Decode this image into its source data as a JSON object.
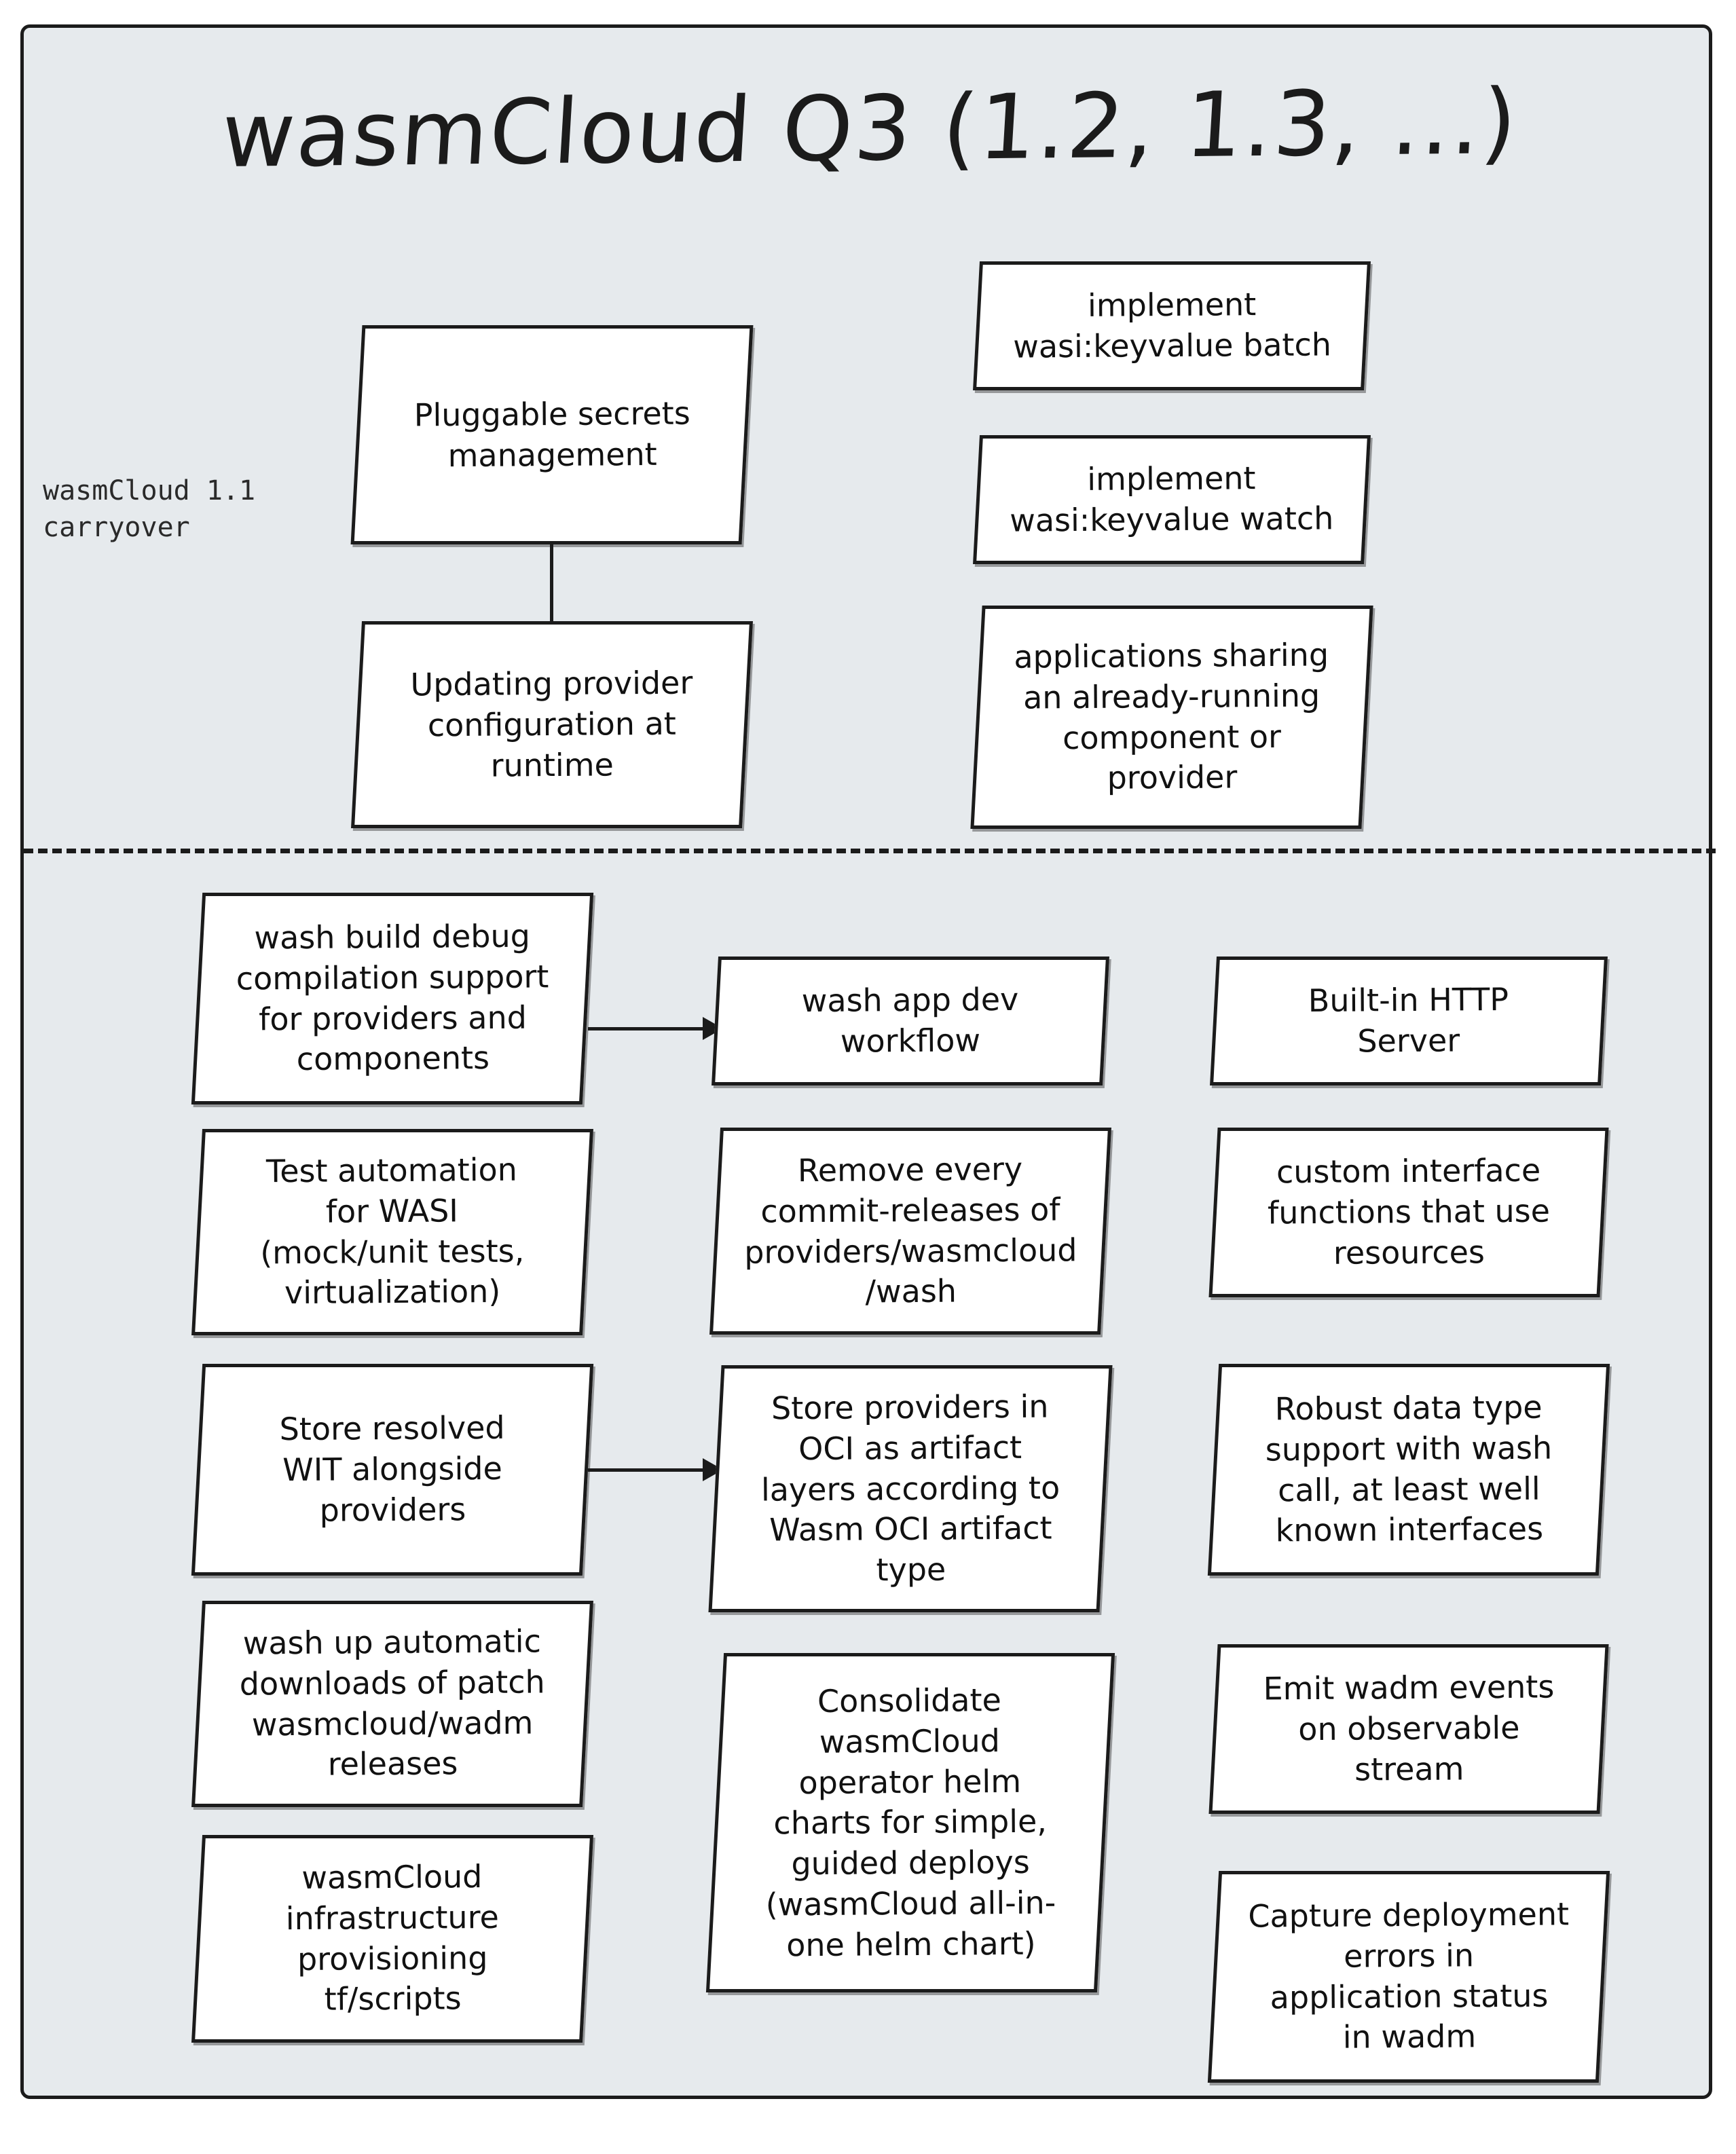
{
  "title": "wasmCloud Q3 (1.2, 1.3, ...)",
  "side_label": "wasmCloud 1.1\ncarryover",
  "sections": {
    "carryover": {
      "left_nodes": [
        {
          "id": "pluggable-secrets-management",
          "text": "Pluggable secrets\nmanagement"
        },
        {
          "id": "updating-provider-configuration-at-runtime",
          "text": "Updating provider\nconfiguration at\nruntime"
        }
      ],
      "right_nodes": [
        {
          "id": "implement-wasi-keyvalue-batch",
          "text": "implement\nwasi:keyvalue batch"
        },
        {
          "id": "implement-wasi-keyvalue-watch",
          "text": "implement\nwasi:keyvalue watch"
        },
        {
          "id": "applications-sharing-running-component",
          "text": "applications sharing\nan already-running\ncomponent or\nprovider"
        }
      ]
    },
    "q3": {
      "column_left": [
        {
          "id": "wash-build-debug-compilation-support",
          "text": "wash build debug\ncompilation support\nfor providers and\ncomponents"
        },
        {
          "id": "test-automation-for-wasi",
          "text": "Test automation\nfor WASI\n(mock/unit tests,\nvirtualization)"
        },
        {
          "id": "store-resolved-wit-alongside-providers",
          "text": "Store resolved\nWIT alongside\nproviders"
        },
        {
          "id": "wash-up-automatic-downloads-of-patch-releases",
          "text": "wash up automatic\ndownloads of patch\nwasmcloud/wadm\nreleases"
        },
        {
          "id": "wasmcloud-infrastructure-provisioning",
          "text": "wasmCloud\ninfrastructure\nprovisioning\ntf/scripts"
        }
      ],
      "column_middle": [
        {
          "id": "wash-app-dev-workflow",
          "text": "wash app dev\nworkflow"
        },
        {
          "id": "remove-every-commit-releases",
          "text": "Remove every\ncommit-releases of\nproviders/wasmcloud\n/wash"
        },
        {
          "id": "store-providers-in-oci-as-artifact-layers",
          "text": "Store providers in\nOCI as artifact\nlayers according to\nWasm OCI artifact\ntype"
        },
        {
          "id": "consolidate-wasmcloud-operator-helm-charts",
          "text": "Consolidate\nwasmCloud\noperator helm\ncharts for simple,\nguided deploys\n(wasmCloud all-in-\none helm chart)"
        }
      ],
      "column_right": [
        {
          "id": "built-in-http-server",
          "text": "Built-in HTTP\nServer"
        },
        {
          "id": "custom-interface-functions-that-use-resources",
          "text": "custom interface\nfunctions that use\nresources"
        },
        {
          "id": "robust-data-type-support-with-wash-call",
          "text": "Robust data type\nsupport with wash\ncall, at least well\nknown interfaces"
        },
        {
          "id": "emit-wadm-events-on-observable-stream",
          "text": "Emit wadm events\non observable\nstream"
        },
        {
          "id": "capture-deployment-errors-in-application-status",
          "text": "Capture deployment\nerrors in\napplication status\nin wadm"
        }
      ]
    }
  },
  "colors": {
    "background": "#e6eaed",
    "stroke": "#1b1b1b",
    "node_fill": "#ffffff",
    "text": "#111111"
  }
}
